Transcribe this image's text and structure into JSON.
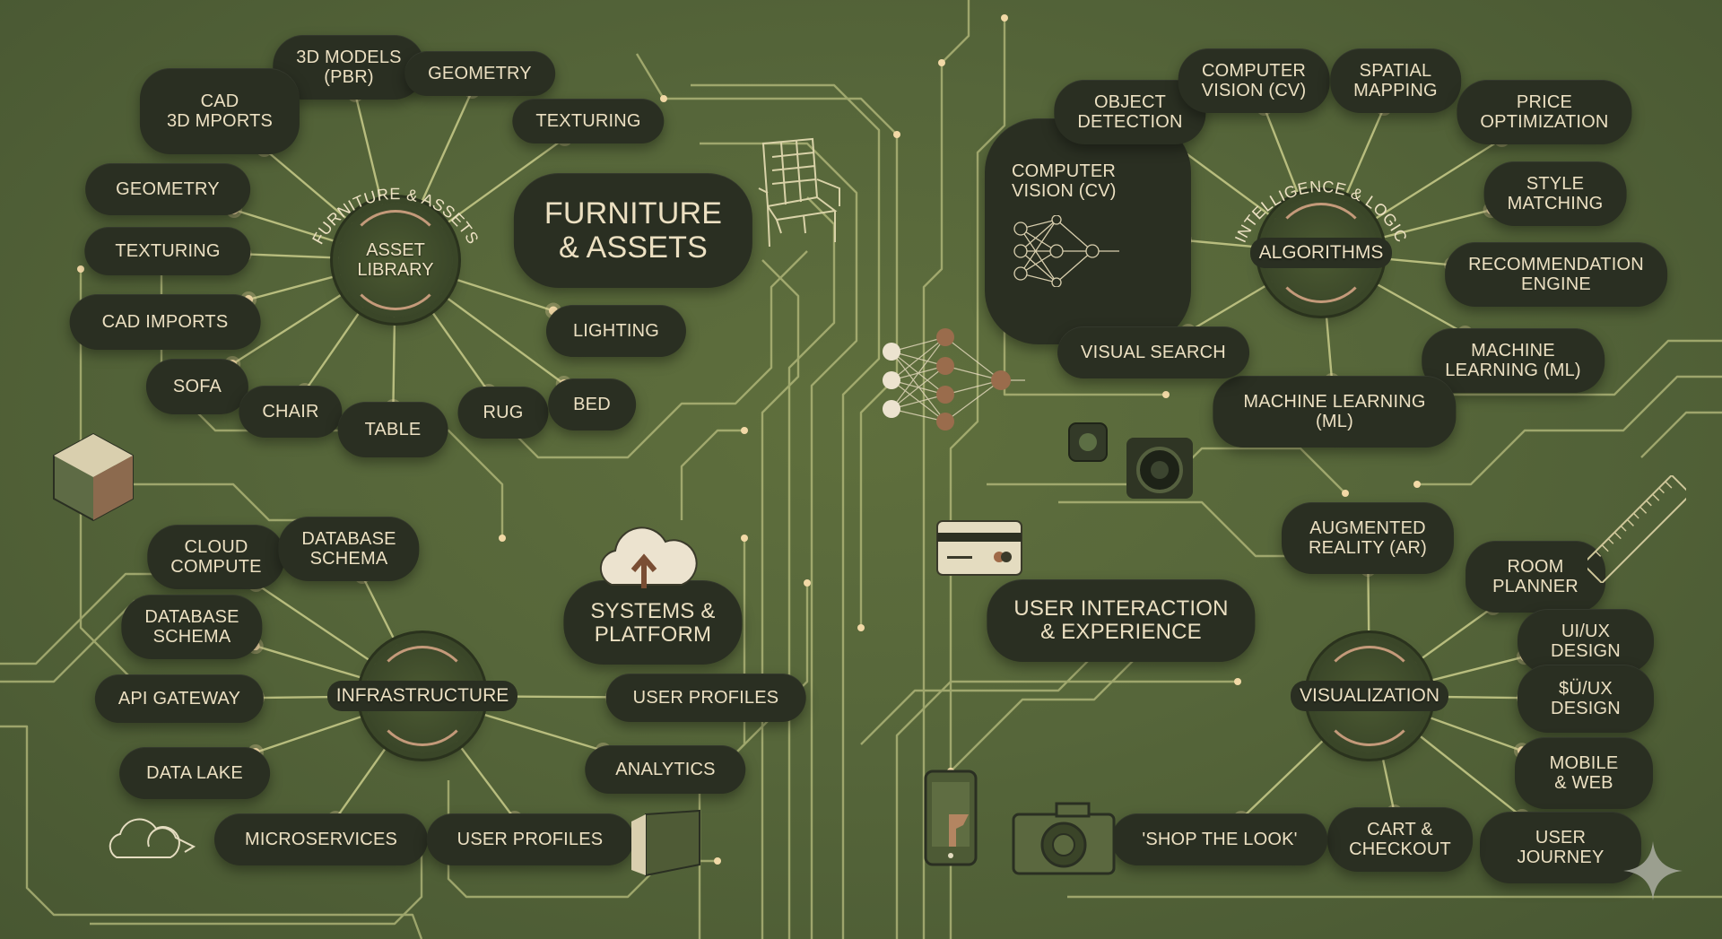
{
  "colors": {
    "background": "#56663a",
    "pill": "#2a2f22",
    "text": "#ece0c2",
    "trace": "#b8bd7e",
    "glow": "#f2d9a6",
    "accent": "#c49a7a"
  },
  "hubs": [
    {
      "id": "asset",
      "label": "ASSET\nLIBRARY",
      "arc_label": "FURNITURE & ASSETS"
    },
    {
      "id": "algo",
      "label": "ALGORITHMS",
      "arc_label": "INTELLIGENCE & LOGIC"
    },
    {
      "id": "infra",
      "label": "INFRASTRUCTURE"
    },
    {
      "id": "viz",
      "label": "VISUALIZATION"
    }
  ],
  "titles": {
    "furniture": "FURNITURE\n& ASSETS",
    "systems": "SYSTEMS &\nPLATFORM",
    "user_interaction": "USER INTERACTION\n& EXPERIENCE",
    "computer_vision": "COMPUTER\nVISION (CV)"
  },
  "asset_nodes": [
    "3D MODELS\n(PBR)",
    "CAD\n3D MPORTS",
    "GEOMETRY",
    "TEXTURING",
    "GEOMETRY",
    "TEXTURING",
    "CAD IMPORTS",
    "SOFA",
    "CHAIR",
    "TABLE",
    "RUG",
    "BED",
    "LIGHTING"
  ],
  "algo_nodes": [
    "OBJECT\nDETECTION",
    "COMPUTER\nVISION (CV)",
    "SPATIAL\nMAPPING",
    "PRICE\nOPTIMIZATION",
    "STYLE\nMATCHING",
    "RECOMMENDATION\nENGINE",
    "MACHINE\nLEARNING (ML)",
    "MACHINE LEARNING\n(ML)",
    "VISUAL SEARCH"
  ],
  "infra_nodes": [
    "CLOUD\nCOMPUTE",
    "DATABASE\nSCHEMA",
    "DATABASE\nSCHEMA",
    "API GATEWAY",
    "DATA LAKE",
    "MICROSERVICES",
    "USER PROFILES",
    "ANALYTICS",
    "USER PROFILES"
  ],
  "viz_nodes": [
    "AUGMENTED\nREALITY (AR)",
    "ROOM\nPLANNER",
    "UI/UX DESIGN",
    "$Ü/UX DESIGN",
    "MOBILE & WEB",
    "USER JOURNEY",
    "CART &\nCHECKOUT",
    "'SHOP THE LOOK'"
  ],
  "icons": [
    "armchair-icon",
    "neural-network-icon",
    "camera-icon",
    "credit-card-icon",
    "smartphone-icon",
    "cloud-upload-icon",
    "cube-icon",
    "ruler-icon",
    "sparkle-icon"
  ]
}
